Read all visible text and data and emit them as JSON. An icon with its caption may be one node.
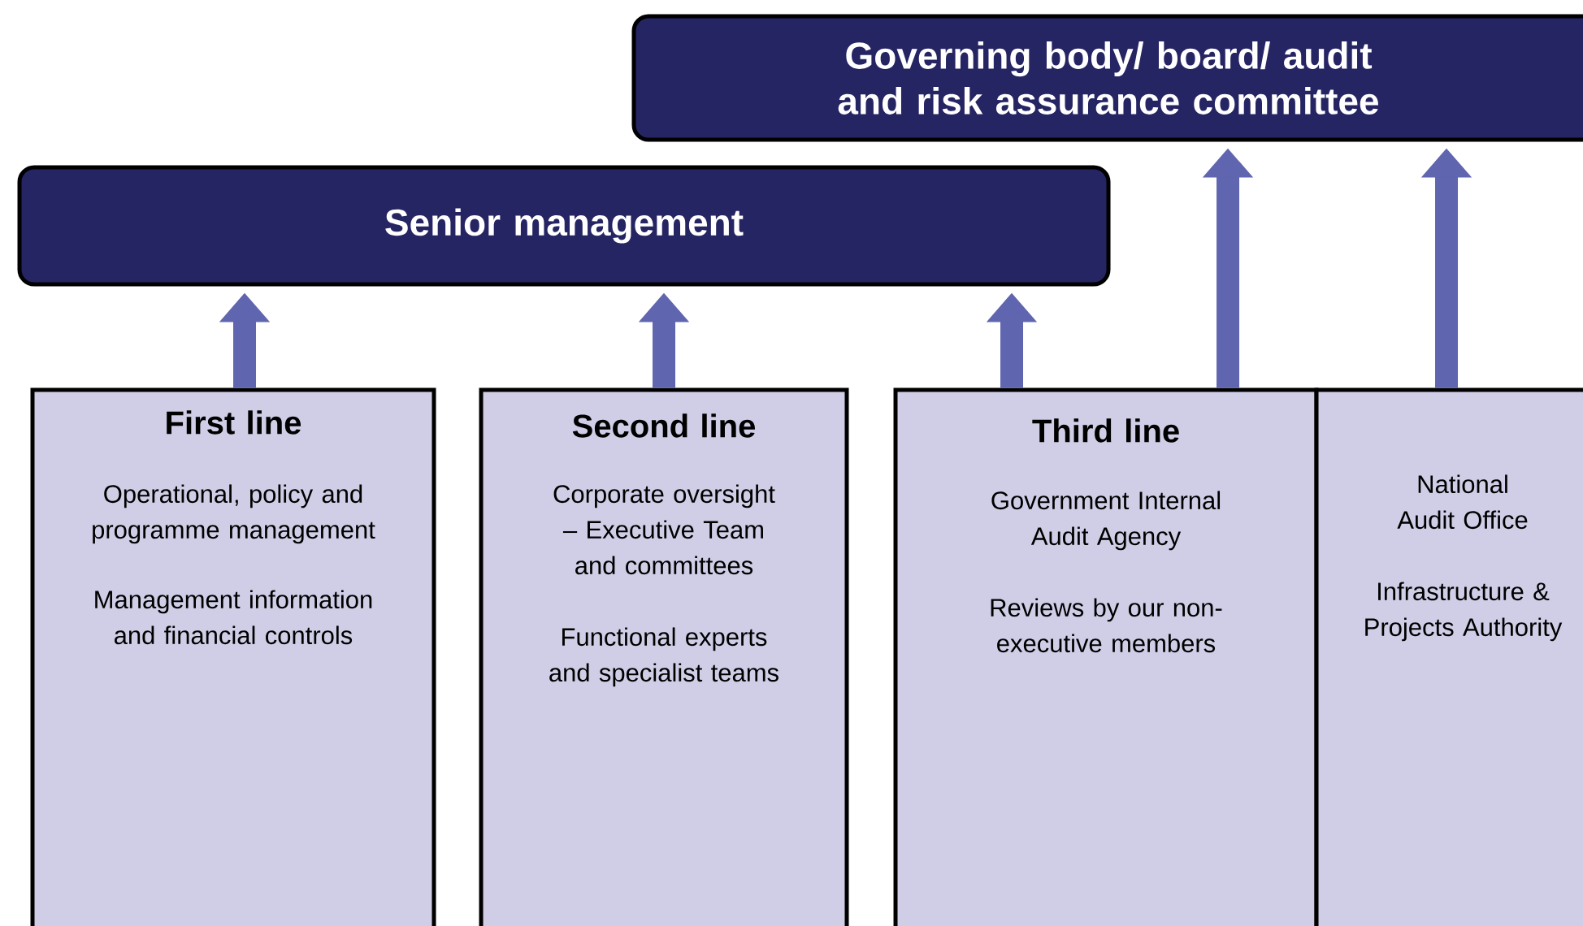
{
  "diagram": {
    "nodes": [
      {
        "text": [
          "Governing body/ board/ audit and risk assurance committee"
        ]
      },
      {
        "text": [
          "Senior management"
        ]
      },
      {
        "text": [
          "First line",
          "Operational, policy and programme management",
          "Management information and financial controls"
        ]
      },
      {
        "text": [
          "Second line",
          "Corporate oversight – Executive Team and committees",
          "Functional experts and specialist teams"
        ]
      },
      {
        "text": [
          "Third line",
          "Government Internal Audit Agency",
          "Reviews by our non-executive members"
        ]
      },
      {
        "text": [
          "National Audit Office",
          "Infrastructure & Projects Authority"
        ]
      }
    ],
    "edges": [
      {
        "from": 2,
        "to": 1,
        "arrow": "to"
      },
      {
        "from": 3,
        "to": 1,
        "arrow": "to"
      },
      {
        "from": 4,
        "to": 1,
        "arrow": "to"
      },
      {
        "from": 4,
        "to": 0,
        "arrow": "to"
      },
      {
        "from": 5,
        "to": 0,
        "arrow": "to"
      }
    ]
  }
}
